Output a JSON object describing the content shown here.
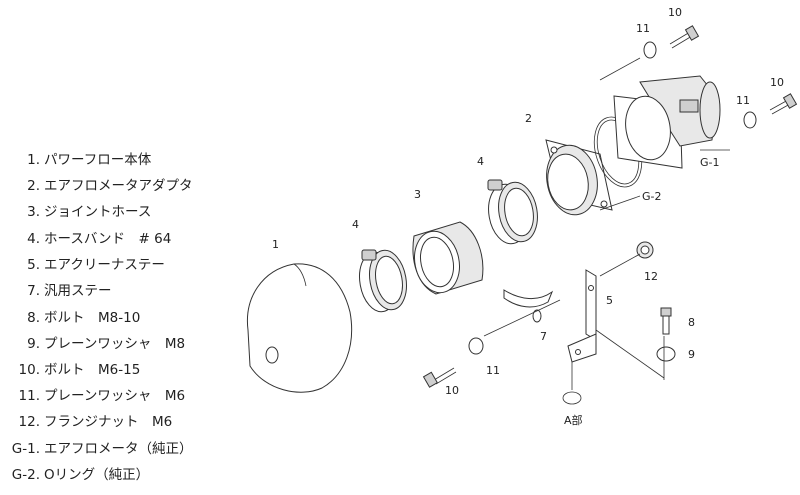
{
  "legend": [
    {
      "num": "1.",
      "label": "パワーフロー本体"
    },
    {
      "num": "2.",
      "label": "エアフロメータアダプタ"
    },
    {
      "num": "3.",
      "label": "ジョイントホース"
    },
    {
      "num": "4.",
      "label": "ホースバンド　# 64"
    },
    {
      "num": "5.",
      "label": "エアクリーナステー"
    },
    {
      "num": "7.",
      "label": "汎用ステー"
    },
    {
      "num": "8.",
      "label": "ボルト　M8-10"
    },
    {
      "num": "9.",
      "label": "プレーンワッシャ　M8"
    },
    {
      "num": "10.",
      "label": "ボルト　M6-15"
    },
    {
      "num": "11.",
      "label": "プレーンワッシャ　M6"
    },
    {
      "num": "12.",
      "label": "フランジナット　M6"
    },
    {
      "num": "G-1.",
      "label": "エアフロメータ（純正）"
    },
    {
      "num": "G-2.",
      "label": "Oリング（純正）"
    }
  ],
  "callouts": {
    "c1": "1",
    "c2": "2",
    "c3": "3",
    "c4a": "4",
    "c4b": "4",
    "c5": "5",
    "c7": "7",
    "c8": "8",
    "c9": "9",
    "c10a": "10",
    "c10b": "10",
    "c10c": "10",
    "c11a": "11",
    "c11b": "11",
    "c11c": "11",
    "c12": "12",
    "cG1": "G-1",
    "cG2": "G-2",
    "detail": "A部"
  }
}
